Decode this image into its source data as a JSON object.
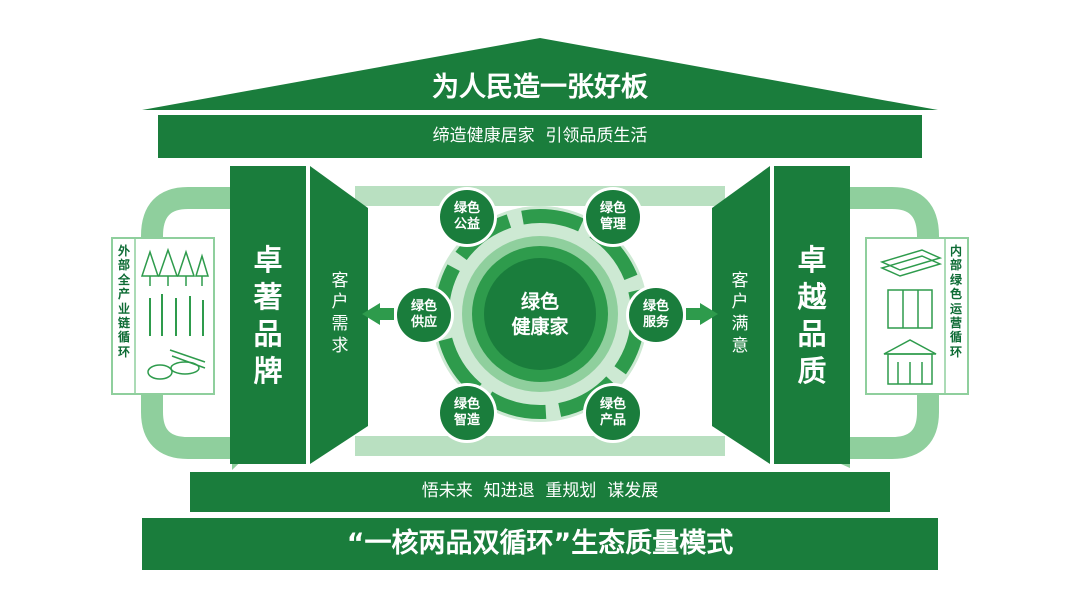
{
  "roof": {
    "title": "为人民造一张好板",
    "subtitle": "缔造健康居家  引领品质生活"
  },
  "left_pillar": {
    "chars": [
      "卓",
      "著",
      "品",
      "牌"
    ]
  },
  "right_pillar": {
    "chars": [
      "卓",
      "越",
      "品",
      "质"
    ]
  },
  "left_panel": {
    "chars": [
      "客",
      "户",
      "需",
      "求"
    ]
  },
  "right_panel": {
    "chars": [
      "客",
      "户",
      "满",
      "意"
    ]
  },
  "left_side_label": {
    "chars": [
      "外",
      "部",
      "全",
      "产",
      "业",
      "链",
      "循",
      "环"
    ]
  },
  "right_side_label": {
    "chars": [
      "内",
      "部",
      "绿",
      "色",
      "运",
      "营",
      "循",
      "环"
    ]
  },
  "center": {
    "line1": "绿色",
    "line2": "健康家"
  },
  "nodes": [
    {
      "id": "public",
      "line1": "绿色",
      "line2": "公益"
    },
    {
      "id": "management",
      "line1": "绿色",
      "line2": "管理"
    },
    {
      "id": "supply",
      "line1": "绿色",
      "line2": "供应"
    },
    {
      "id": "service",
      "line1": "绿色",
      "line2": "服务"
    },
    {
      "id": "manufacturing",
      "line1": "绿色",
      "line2": "智造"
    },
    {
      "id": "product",
      "line1": "绿色",
      "line2": "产品"
    }
  ],
  "base": {
    "slogan": "悟未来  知进退  重规划  谋发展",
    "title": "“一核两品双循环”生态质量模式"
  },
  "colors": {
    "dark_green": "#1a7d3c",
    "mid_green": "#2e9b4c",
    "light_green": "#8fcf9d",
    "pale_green": "#cde9d3"
  }
}
